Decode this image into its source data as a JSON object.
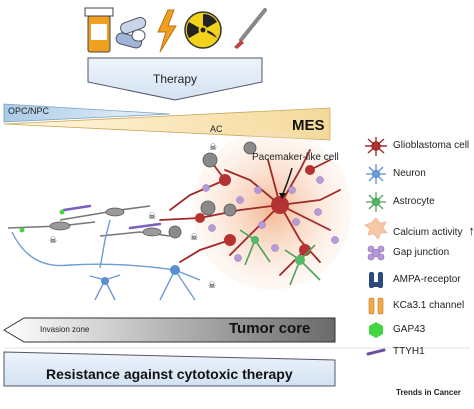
{
  "therapy": {
    "label": "Therapy"
  },
  "states": {
    "opc_npc": "OPC/NPC",
    "ac": "AC",
    "mes": "MES"
  },
  "pacemaker": "Pacemaker-like cell",
  "legend": [
    {
      "label": "Glioblastoma cell",
      "icon": "glioblastoma-cell-icon",
      "color": "#9b2a2a"
    },
    {
      "label": "Neuron",
      "icon": "neuron-icon",
      "color": "#5a8fd0"
    },
    {
      "label": "Astrocyte",
      "icon": "astrocyte-icon",
      "color": "#4aa35a"
    },
    {
      "label": "Calcium activity",
      "icon": "calcium-activity-icon",
      "color": "#f6c8a8",
      "suffix": "↑"
    },
    {
      "label": "Gap junction",
      "icon": "gap-junction-icon",
      "color": "#b79ad8"
    },
    {
      "label": "AMPA-receptor",
      "icon": "ampa-receptor-icon",
      "color": "#2c4a7a"
    },
    {
      "label": "KCa3.1 channel",
      "icon": "kca-channel-icon",
      "color": "#f0a94a"
    },
    {
      "label": "GAP43",
      "icon": "gap43-icon",
      "color": "#44d444"
    },
    {
      "label": "TTYH1",
      "icon": "ttyh1-icon",
      "color": "#6a4fa0"
    }
  ],
  "invasion_zone": "Invasion zone",
  "tumor_core": "Tumor core",
  "resistance": "Resistance against cytotoxic therapy",
  "footer": "Trends in Cancer",
  "colors": {
    "therapy_fill": "#d8e6f4",
    "mes_fill": "#f7e3b0",
    "opc_fill": "#c8dff0",
    "core_dark": "#6a6a6a"
  }
}
